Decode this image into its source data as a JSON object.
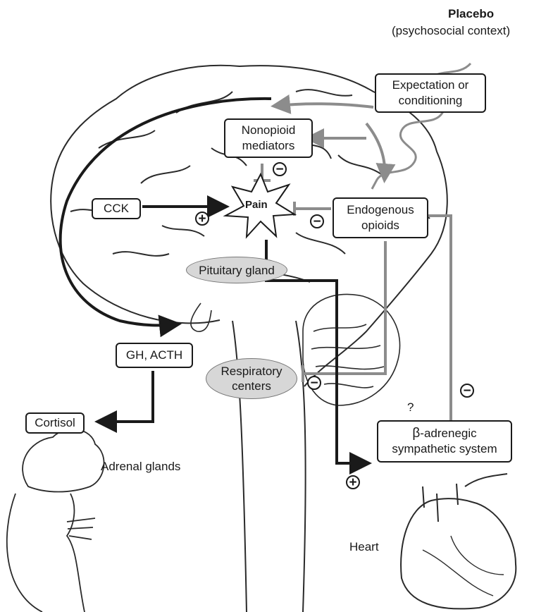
{
  "placebo": {
    "title": "Placebo",
    "subtitle": "(psychosocial context)"
  },
  "boxes": {
    "expectation": "Expectation or\nconditioning",
    "nonopioid": "Nonopioid\nmediators",
    "cck": "CCK",
    "pain": "Pain",
    "endogenous": "Endogenous\nopioids",
    "gh_acth": "GH, ACTH",
    "cortisol": "Cortisol",
    "beta_prefix": "β",
    "beta": "-adrenegic\nsympathetic system"
  },
  "ovals": {
    "pituitary": "Pituitary gland",
    "respiratory": "Respiratory\ncenters"
  },
  "labels": {
    "adrenal": "Adrenal glands",
    "heart": "Heart",
    "question": "?"
  },
  "signs": {
    "plus": "+",
    "minus": "−"
  },
  "colors": {
    "black_arrow": "#1a1a1a",
    "gray_arrow": "#8c8c8c",
    "oval_fill": "#d7d7d7"
  }
}
